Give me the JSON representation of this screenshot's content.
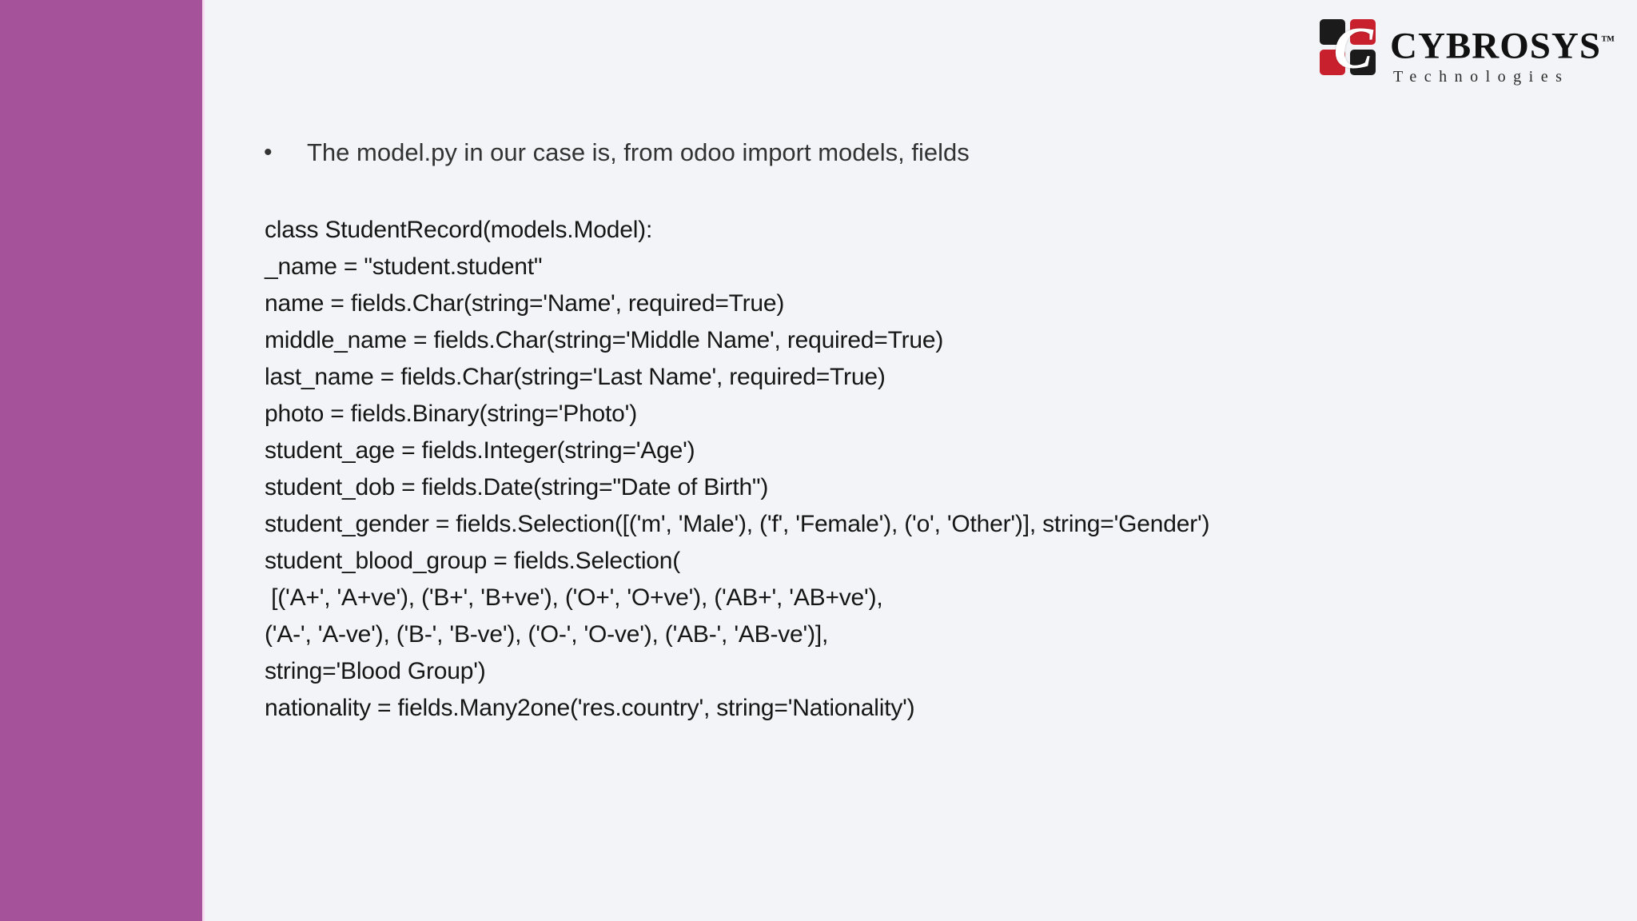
{
  "slide": {
    "background_color": "#f3f4f7",
    "side_band_color": "#a5529a"
  },
  "logo": {
    "wordmark": "CYBROSYS",
    "trademark": "™",
    "subtitle": "Technologies",
    "mark_colors": {
      "dark": "#1b1b1b",
      "red": "#c8202c",
      "glyph": "#ffffff"
    },
    "glyph_letter": "C"
  },
  "bullet": {
    "marker": "•",
    "text": "The model.py in our case is, from odoo import models, fields"
  },
  "code": {
    "lines": [
      "class StudentRecord(models.Model):",
      "_name = \"student.student\"",
      "name = fields.Char(string='Name', required=True)",
      "middle_name = fields.Char(string='Middle Name', required=True)",
      "last_name = fields.Char(string='Last Name', required=True)",
      "photo = fields.Binary(string='Photo')",
      "student_age = fields.Integer(string='Age')",
      "student_dob = fields.Date(string=\"Date of Birth\")",
      "student_gender = fields.Selection([('m', 'Male'), ('f', 'Female'), ('o', 'Other')], string='Gender')",
      "student_blood_group = fields.Selection(",
      " [('A+', 'A+ve'), ('B+', 'B+ve'), ('O+', 'O+ve'), ('AB+', 'AB+ve'),",
      "('A-', 'A-ve'), ('B-', 'B-ve'), ('O-', 'O-ve'), ('AB-', 'AB-ve')],",
      "string='Blood Group')",
      "nationality = fields.Many2one('res.country', string='Nationality')"
    ]
  }
}
